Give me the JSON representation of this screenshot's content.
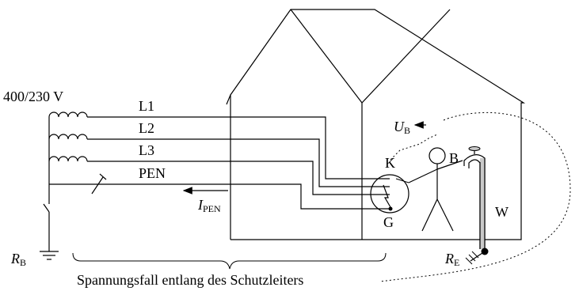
{
  "labels": {
    "voltage": "400/230 V",
    "l1": "L1",
    "l2": "L2",
    "l3": "L3",
    "pen": "PEN",
    "i_pen_main": "I",
    "i_pen_sub": "PEN",
    "u_b_main": "U",
    "u_b_sub": "B",
    "k": "K",
    "g": "G",
    "b": "B",
    "w": "W",
    "r_b_main": "R",
    "r_b_sub": "B",
    "r_e_main": "R",
    "r_e_sub": "E",
    "caption": "Spannungsfall entlang des Schutzleiters"
  }
}
